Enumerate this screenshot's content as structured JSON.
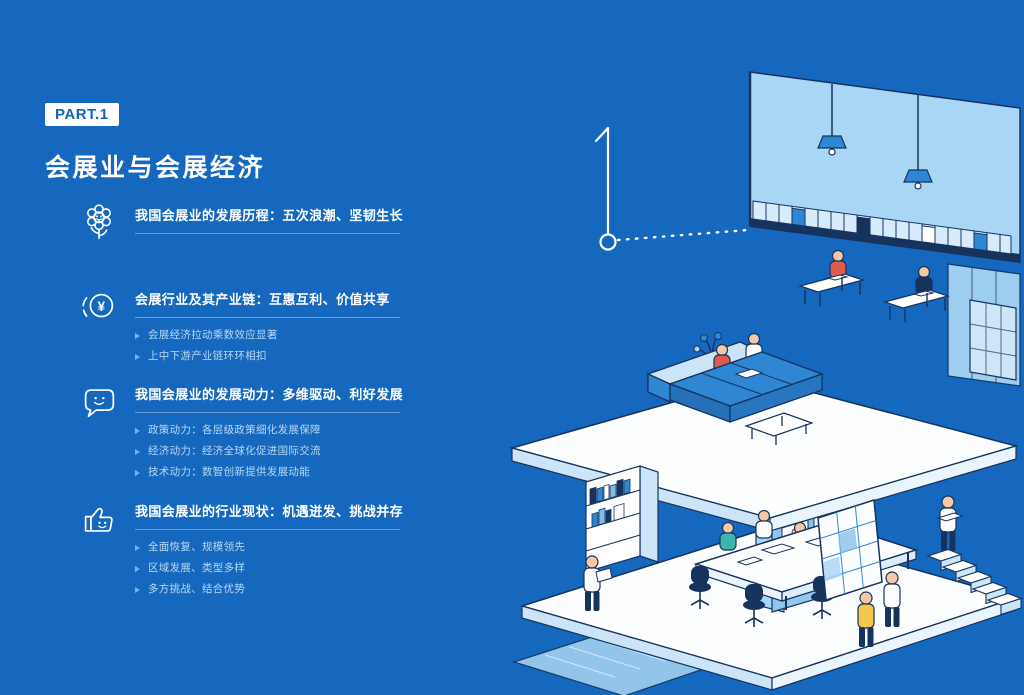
{
  "page": {
    "part_label": "PART.1",
    "title": "会展业与会展经济"
  },
  "icons": {
    "yen_glyph": "¥"
  },
  "colors": {
    "background": "#1568BE",
    "accent_blue": "#2F87D3",
    "illustration_light_blue": "#A9D6F4",
    "outline_navy": "#16335E",
    "highlight_yellow": "#F5C84C",
    "highlight_red": "#E05A4E"
  },
  "sections": [
    {
      "icon": "flower-icon",
      "heading": "我国会展业的发展历程：五次浪潮、坚韧生长",
      "bullets": []
    },
    {
      "icon": "coin-icon",
      "heading": "会展行业及其产业链：互惠互利、价值共享",
      "bullets": [
        "会展经济拉动乘数效应显著",
        "上中下游产业链环环相扣"
      ]
    },
    {
      "icon": "chat-icon",
      "heading": "我国会展业的发展动力：多维驱动、利好发展",
      "bullets": [
        "政策动力：各层级政策细化发展保障",
        "经济动力：经济全球化促进国际交流",
        "技术动力：数智创新提供发展动能"
      ]
    },
    {
      "icon": "thumbs-up-icon",
      "heading": "我国会展业的行业现状：机遇迸发、挑战并存",
      "bullets": [
        "全面恢复、规模领先",
        "区域发展、类型多样",
        "多方挑战、结合优势"
      ]
    }
  ]
}
